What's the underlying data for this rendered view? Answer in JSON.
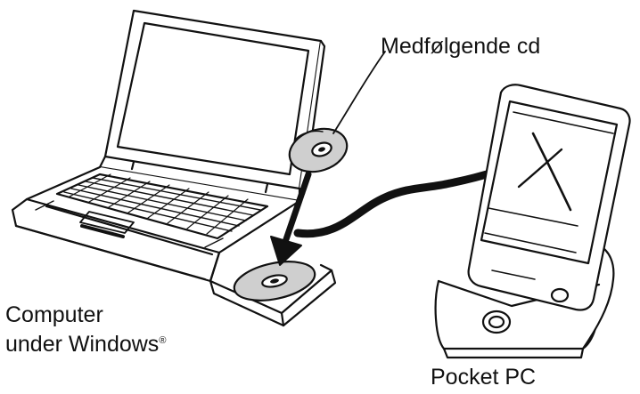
{
  "labels": {
    "cd": "Medfølgende cd",
    "computer_line1": "Computer",
    "computer_line2": "under Windows",
    "registered_mark": "®",
    "pocket_pc": "Pocket PC"
  },
  "colors": {
    "ink": "#111111",
    "paper": "#ffffff",
    "disc_fill": "#cfcfcf"
  },
  "icons": {
    "computer": "laptop-icon",
    "cd": "cd-disc-icon",
    "tray": "cd-tray-icon",
    "handheld": "pocket-pc-icon",
    "cradle": "cradle-icon",
    "arrow": "insert-arrow-icon",
    "cable": "sync-cable-icon"
  }
}
